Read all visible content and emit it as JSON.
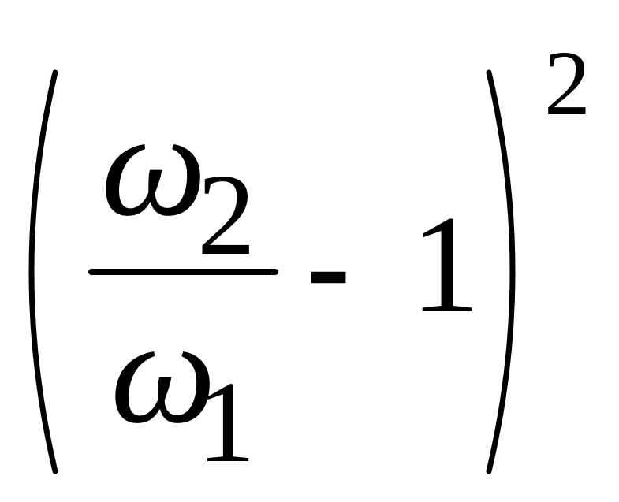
{
  "expression": {
    "numerator": {
      "symbol": "ω",
      "subscript": "2"
    },
    "denominator": {
      "symbol": "ω",
      "subscript": "1"
    },
    "operator": "-",
    "constant": "1",
    "exponent": "2"
  },
  "colors": {
    "ink": "#000000",
    "background": "#ffffff"
  }
}
